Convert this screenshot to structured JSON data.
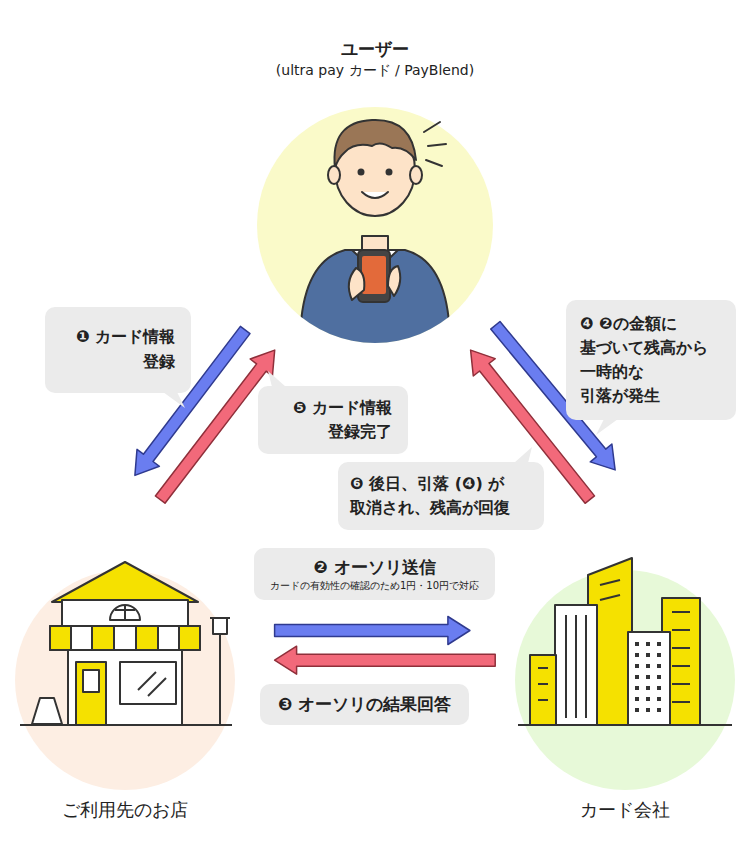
{
  "diagram": {
    "nodes": [
      {
        "text": [
          "ユーザー",
          "(ultra pay カード / PayBlend)"
        ]
      },
      {
        "text": [
          "❶ カード情報 登録"
        ]
      },
      {
        "text": [
          "❹ ❷の金額に 基づいて残高から 一時的な 引落が発生"
        ]
      },
      {
        "text": [
          "❺ カード情報 登録完了"
        ]
      },
      {
        "text": [
          "❻ 後日、引落 (❹) が 取消され、残高が回復"
        ]
      },
      {
        "text": [
          "❷ オーソリ送信",
          "カードの有効性の確認のため1円・10円で対応"
        ]
      },
      {
        "text": [
          "❸ オーソリの結果回答"
        ]
      },
      {
        "text": [
          "ご利用先のお店"
        ]
      },
      {
        "text": [
          "カード会社"
        ]
      }
    ],
    "edges": [
      {
        "from": 0,
        "to": 7,
        "arrow": "to"
      },
      {
        "from": 7,
        "to": 0,
        "arrow": "to"
      },
      {
        "from": 0,
        "to": 8,
        "arrow": "to"
      },
      {
        "from": 8,
        "to": 0,
        "arrow": "to"
      },
      {
        "from": 7,
        "to": 8,
        "arrow": "to"
      },
      {
        "from": 8,
        "to": 7,
        "arrow": "to"
      }
    ]
  }
}
